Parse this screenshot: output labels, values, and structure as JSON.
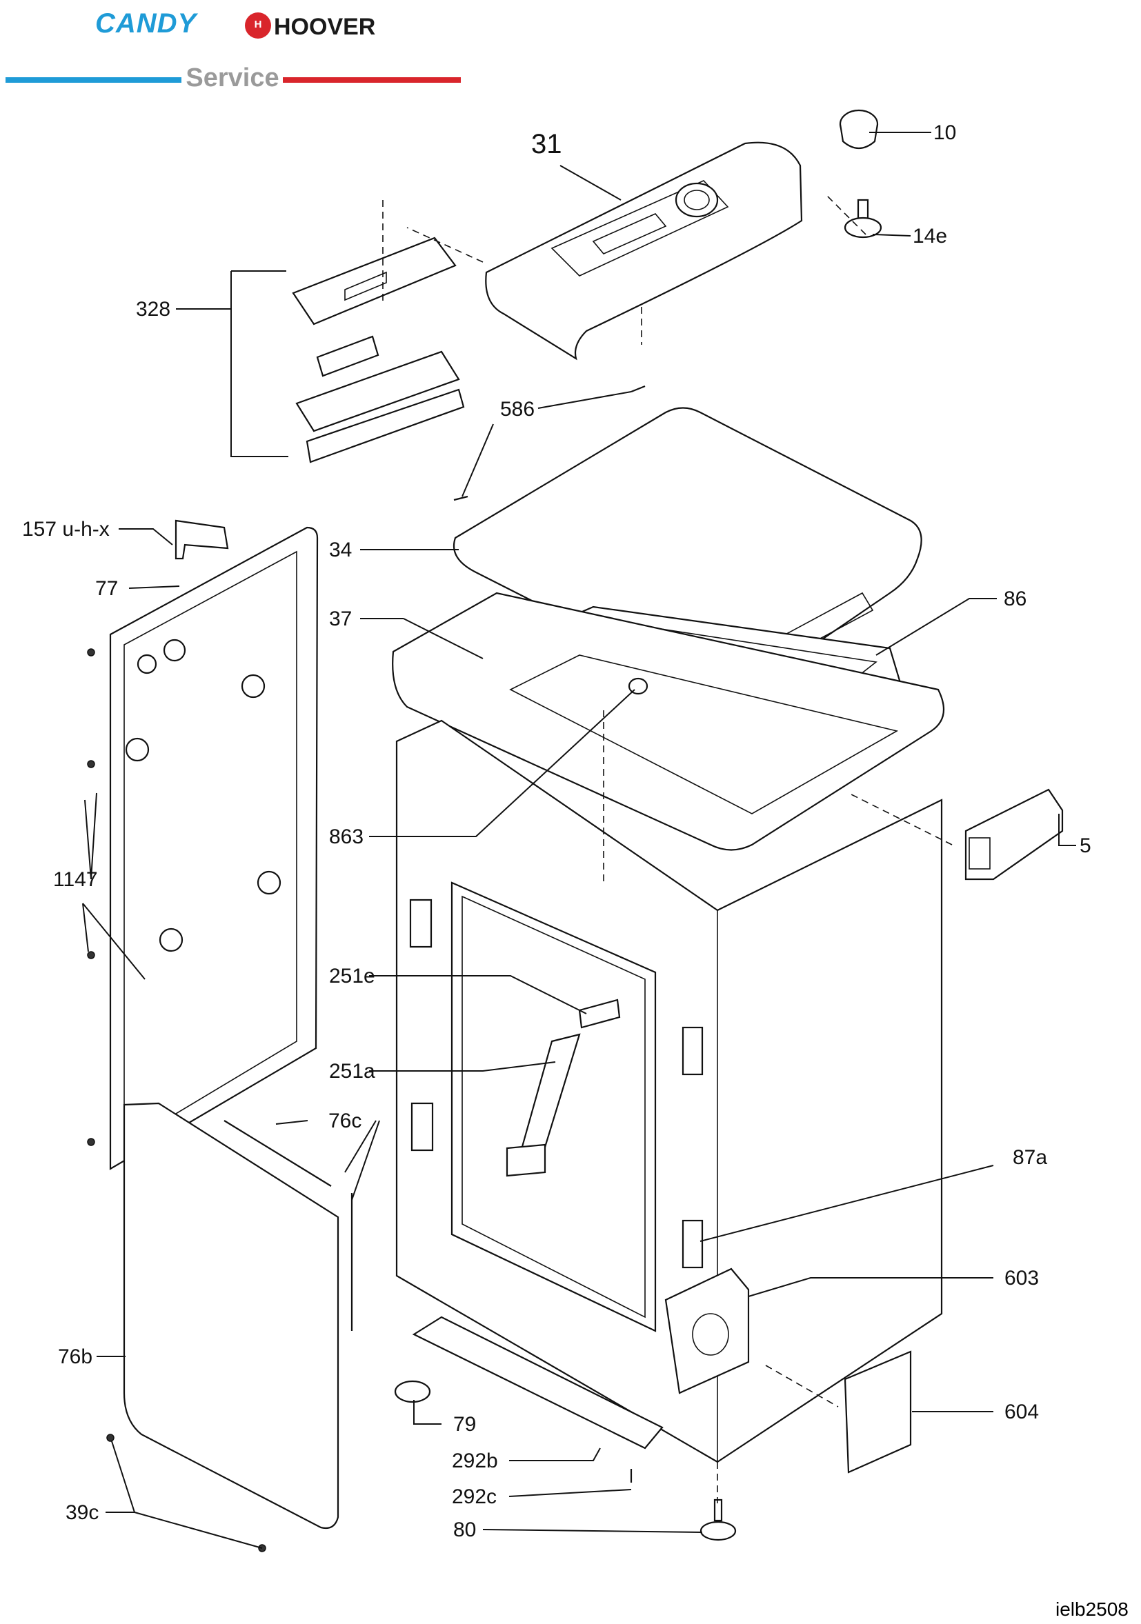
{
  "header": {
    "brand_candy": "CANDY",
    "brand_hoover": "HOOVER",
    "hoover_logo_text": "H",
    "service_label": "Service",
    "colors": {
      "candy_blue": "#1f9bd7",
      "hoover_red": "#d9252b",
      "service_gray": "#9a9a9a"
    }
  },
  "diagram": {
    "labels": [
      "31",
      "10",
      "14e",
      "328",
      "586",
      "157 u-h-x",
      "34",
      "77",
      "37",
      "86",
      "863",
      "5",
      "1147",
      "251e",
      "251a",
      "76c",
      "87a",
      "603",
      "76b",
      "79",
      "604",
      "292b",
      "292c",
      "39c",
      "80"
    ]
  },
  "footer": {
    "doc_code": "ielb2508"
  }
}
